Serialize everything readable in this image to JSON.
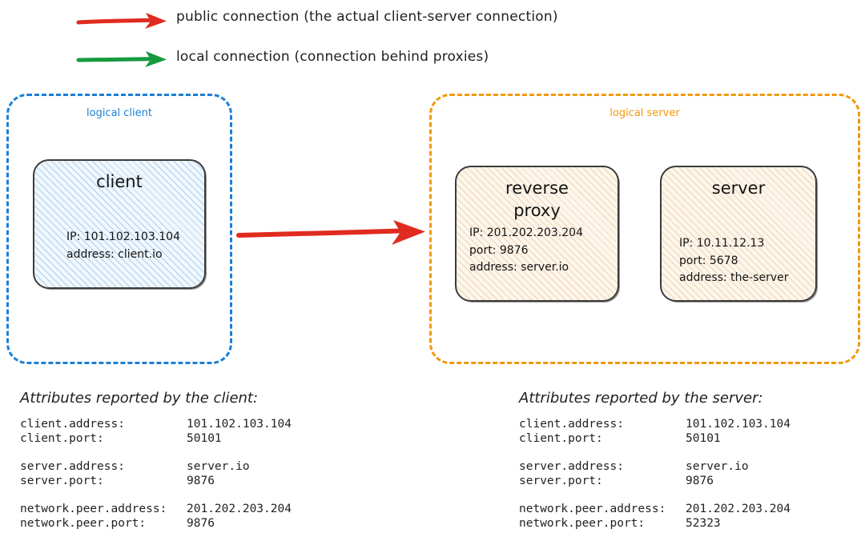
{
  "legend": {
    "items": [
      {
        "arrow_icon": "red-right-arrow-icon",
        "color": "#e02b20",
        "label": "public connection (the actual client-server connection)"
      },
      {
        "arrow_icon": "green-right-arrow-icon",
        "color": "#179a3e",
        "label": "local connection (connection behind proxies)"
      }
    ]
  },
  "groups": {
    "client": {
      "caption": "logical client",
      "color": "#1b7fd4"
    },
    "server": {
      "caption": "logical server",
      "color": "#f2980c"
    }
  },
  "nodes": {
    "client": {
      "title": "client",
      "details": "IP: 101.102.103.104\naddress: client.io"
    },
    "reverse_proxy": {
      "title": "reverse\nproxy",
      "details": "IP: 201.202.203.204\nport: 9876\naddress: server.io"
    },
    "server": {
      "title": "server",
      "details": "IP: 10.11.12.13\nport: 5678\naddress: the-server"
    }
  },
  "connections": {
    "public_arrow": {
      "icon": "red-right-arrow-icon",
      "color": "#e02b20",
      "from": "client",
      "to": "logical server"
    }
  },
  "attributes": {
    "client": {
      "heading": "Attributes reported by the client:",
      "rows": [
        {
          "key": "client.address:",
          "value": "101.102.103.104"
        },
        {
          "key": "client.port:",
          "value": "50101"
        },
        {
          "key": "server.address:",
          "value": "server.io"
        },
        {
          "key": "server.port:",
          "value": "9876"
        },
        {
          "key": "network.peer.address:",
          "value": "201.202.203.204"
        },
        {
          "key": "network.peer.port:",
          "value": "9876"
        }
      ]
    },
    "server": {
      "heading": "Attributes reported by the server:",
      "rows": [
        {
          "key": "client.address:",
          "value": "101.102.103.104"
        },
        {
          "key": "client.port:",
          "value": "50101"
        },
        {
          "key": "server.address:",
          "value": "server.io"
        },
        {
          "key": "server.port:",
          "value": "9876"
        },
        {
          "key": "network.peer.address:",
          "value": "201.202.203.204"
        },
        {
          "key": "network.peer.port:",
          "value": "52323"
        }
      ]
    }
  }
}
